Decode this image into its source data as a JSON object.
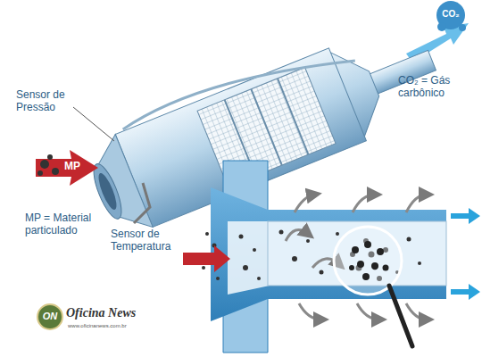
{
  "diagram": {
    "labels": [
      "Sensor de Pressão",
      "MP",
      "MP = Material particulado",
      "Sensor de Temperatura",
      "CO₂",
      "CO₂ = Gás carbônico",
      "ON",
      "Oficina News",
      "www.oficinanews.com.br"
    ]
  }
}
